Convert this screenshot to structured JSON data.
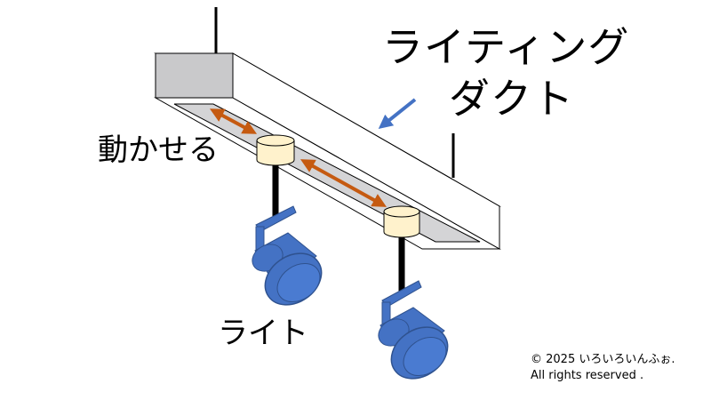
{
  "labels": {
    "duct_line1": "ライティング",
    "duct_line2": "ダクト",
    "movable": "動かせる",
    "light": "ライト"
  },
  "copyright": {
    "line1": "© 2025 いろいろいんふぉ.",
    "line2": "All rights reserved ."
  },
  "colors": {
    "duct_face": "#ffffff",
    "duct_end": "#c9c9cb",
    "duct_channel": "#d4d4d6",
    "outline": "#000000",
    "pointer_arrow": "#4472c4",
    "move_arrow": "#c55a11",
    "adapter": "#fff2cc",
    "spotlight": "#4472c4",
    "spotlight_outline": "#2f528f"
  },
  "icons": [
    "pointer-arrow-icon",
    "double-arrow-icon",
    "spotlight-icon"
  ]
}
